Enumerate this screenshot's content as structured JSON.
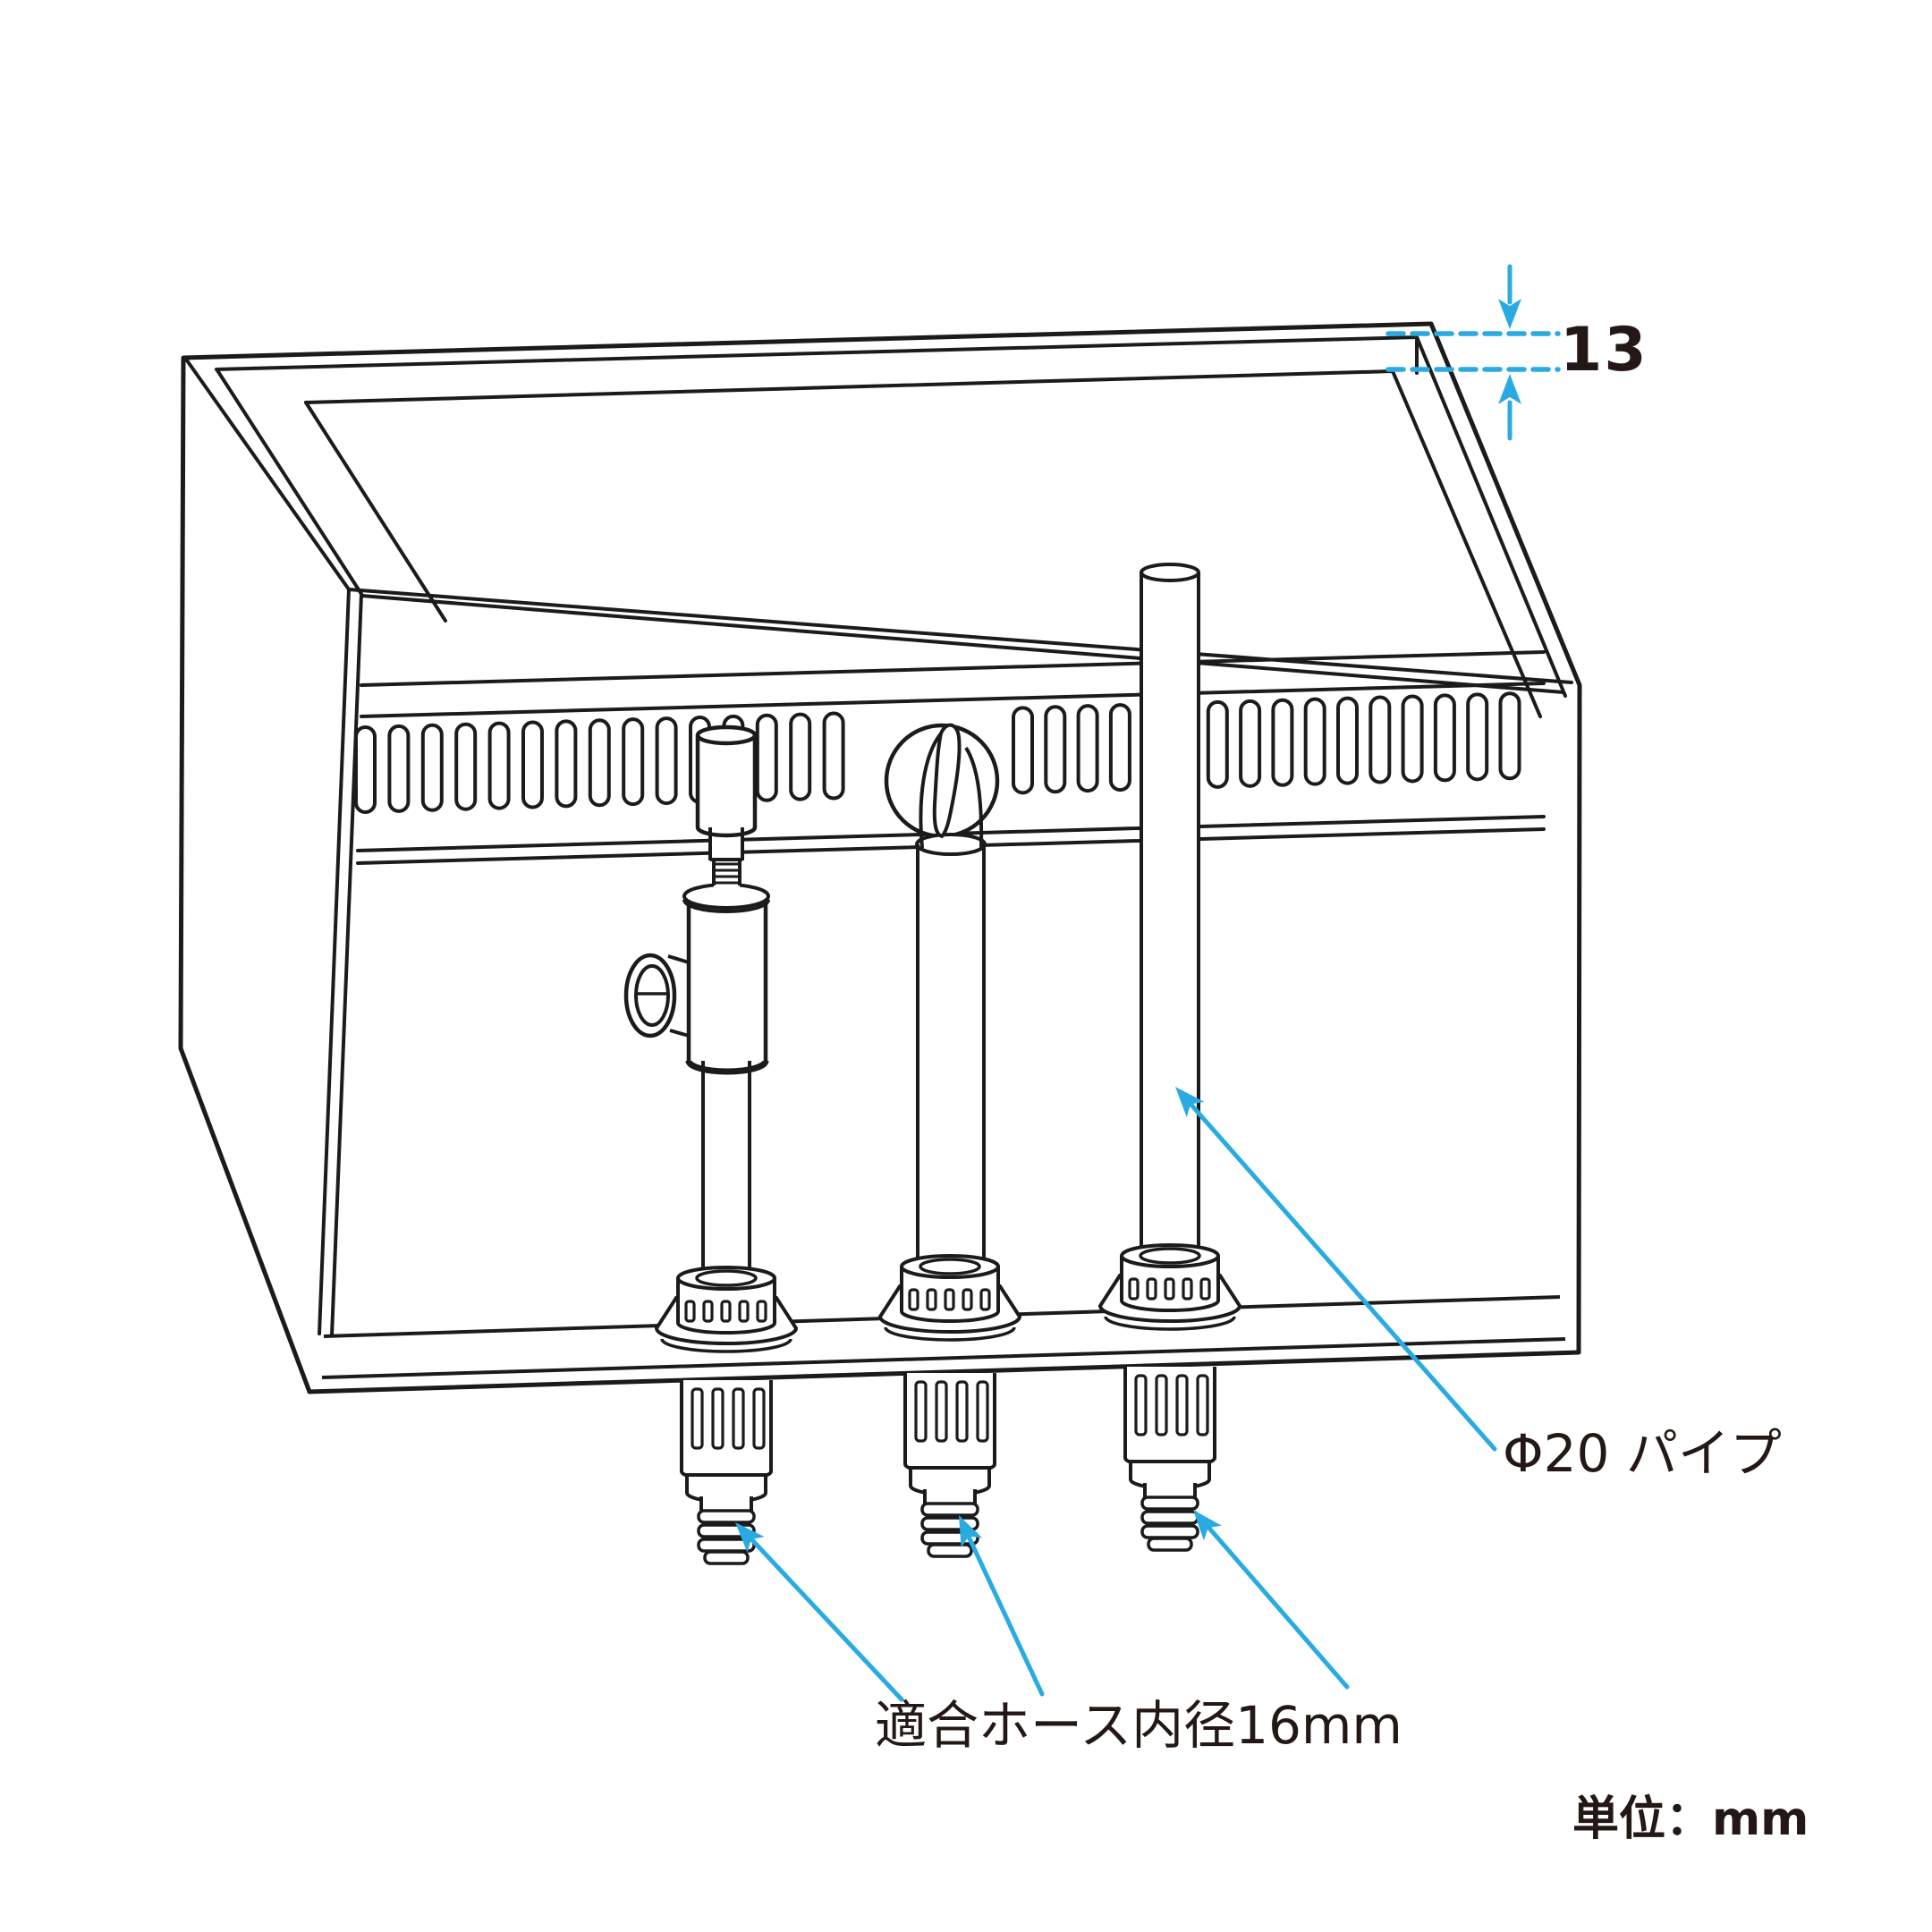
{
  "diagram": {
    "kind": "aquarium-sump-plumbing-technical-illustration",
    "dimension_rim_thickness": "13",
    "label_pipe": "Φ20 パイプ",
    "label_hose": "適合ホース内径16mm",
    "unit_note": "単位：mm",
    "colors": {
      "ink": "#1b1b1b",
      "text": "#231815",
      "annotation_blue": "#29abe2"
    }
  }
}
